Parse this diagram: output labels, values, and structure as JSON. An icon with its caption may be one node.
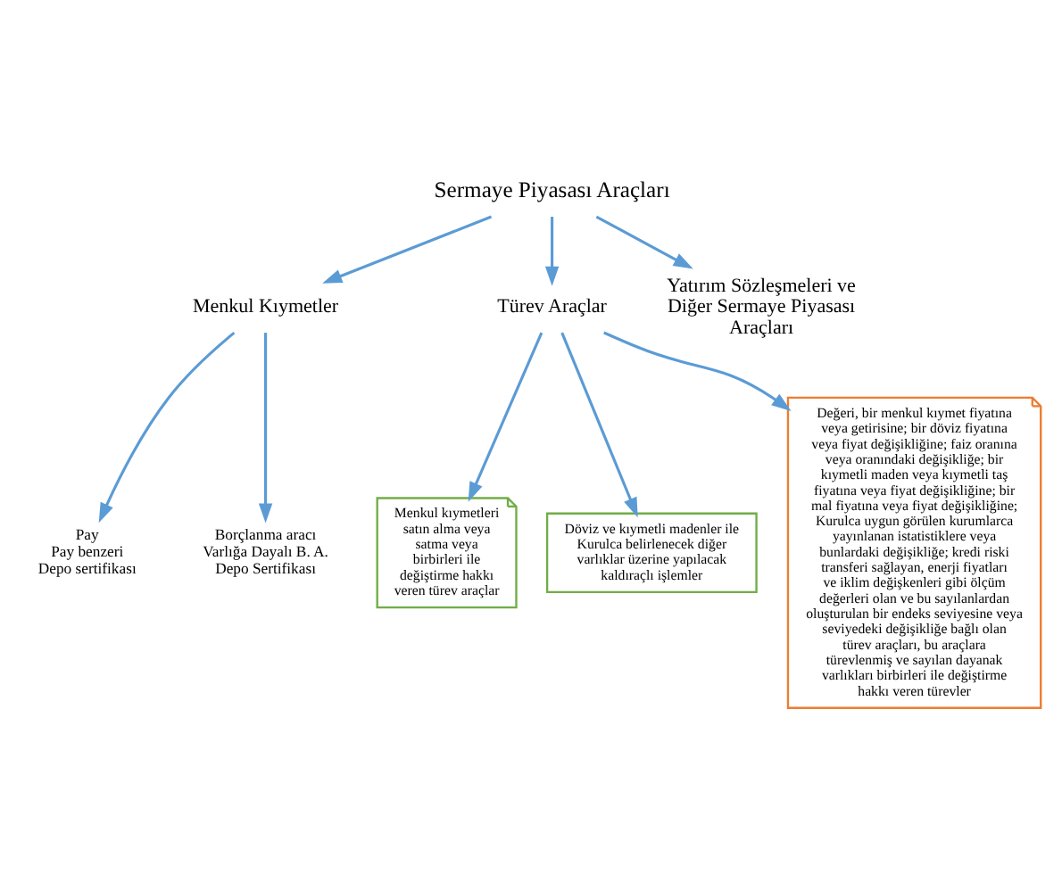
{
  "diagram": {
    "nodes": [
      {
        "text": [
          "Sermaye Piyasası Araçları"
        ]
      },
      {
        "text": [
          "Menkul Kıymetler"
        ]
      },
      {
        "text": [
          "Türev Araçlar"
        ]
      },
      {
        "text": [
          "Yatırım Sözleşmeleri ve Diğer Sermaye Piyasası Araçları"
        ]
      },
      {
        "text": [
          "Pay",
          "Pay benzeri",
          "Depo sertifikası"
        ]
      },
      {
        "text": [
          "Borçlanma aracı",
          "Varlığa Dayalı B. A.",
          "Depo Sertifikası"
        ]
      },
      {
        "text": [
          "Menkul kıymetleri satın alma veya satma veya birbirleri ile değiştirme hakkı veren türev araçlar"
        ]
      },
      {
        "text": [
          "Döviz ve kıymetli madenler ile Kurulca belirlenecek diğer varlıklar üzerine yapılacak kaldıraçlı işlemler"
        ]
      },
      {
        "text": [
          "Değeri, bir menkul kıymet fiyatına veya getirisine; bir döviz fiyatına veya fiyat değişikliğine; faiz oranına veya oranındaki değişikliğe; bir kıymetli maden veya kıymetli taş fiyatına veya fiyat değişikliğine; bir mal fiyatına veya fiyat değişikliğine; Kurulca uygun görülen kurumlarca yayınlanan istatistiklere veya bunlardaki değişikliğe; kredi riski transferi sağlayan, enerji fiyatları ve iklim değişkenleri gibi ölçüm değerleri olan ve bu sayılanlardan oluşturulan bir endeks seviyesine veya seviyedeki değişikliğe bağlı olan türev araçları, bu araçlara türevlenmiş ve sayılan dayanak varlıkları birbirleri ile değiştirme hakkı veren türevler"
        ]
      }
    ],
    "edges": [
      {
        "from": 0,
        "to": 1,
        "arrow": "to"
      },
      {
        "from": 0,
        "to": 2,
        "arrow": "to"
      },
      {
        "from": 0,
        "to": 3,
        "arrow": "to"
      },
      {
        "from": 1,
        "to": 4,
        "arrow": "to"
      },
      {
        "from": 1,
        "to": 5,
        "arrow": "to"
      },
      {
        "from": 2,
        "to": 6,
        "arrow": "to"
      },
      {
        "from": 2,
        "to": 7,
        "arrow": "to"
      },
      {
        "from": 2,
        "to": 8,
        "arrow": "to"
      }
    ]
  }
}
